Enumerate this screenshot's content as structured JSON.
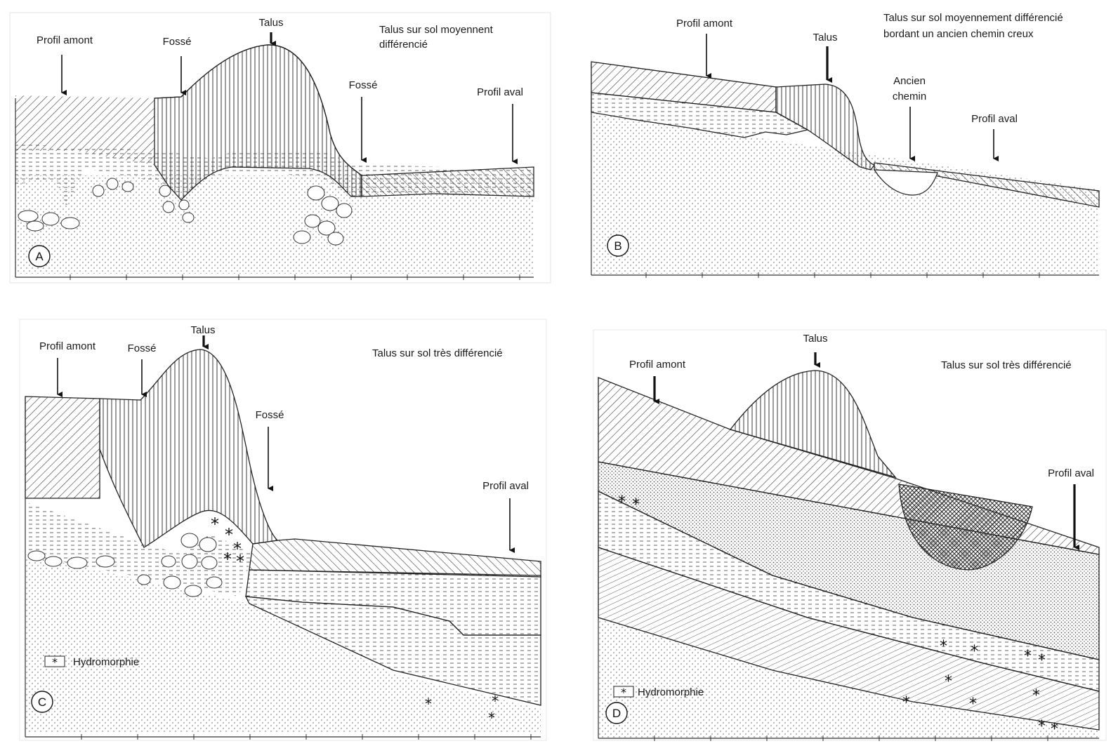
{
  "panels": {
    "A": {
      "letter": "A",
      "title_line1": "Talus sur sol moyennent",
      "title_line2": "différencié",
      "labels": {
        "profil_amont": "Profil amont",
        "fosse1": "Fossé",
        "talus": "Talus",
        "fosse2": "Fossé",
        "profil_aval": "Profil aval"
      }
    },
    "B": {
      "letter": "B",
      "title_line1": "Talus sur sol moyennement différencié",
      "title_line2": "bordant un ancien chemin creux",
      "labels": {
        "profil_amont": "Profil amont",
        "talus": "Talus",
        "ancien_line1": "Ancien",
        "ancien_line2": "chemin",
        "profil_aval": "Profil aval"
      }
    },
    "C": {
      "letter": "C",
      "title_line1": "Talus sur sol très différencié",
      "labels": {
        "profil_amont": "Profil amont",
        "fosse1": "Fossé",
        "talus": "Talus",
        "fosse2": "Fossé",
        "profil_aval": "Profil aval"
      },
      "legend": "Hydromorphie"
    },
    "D": {
      "letter": "D",
      "title_line1": "Talus sur sol très différencié",
      "labels": {
        "profil_amont": "Profil amont",
        "talus": "Talus",
        "profil_aval": "Profil aval"
      },
      "legend": "Hydromorphie"
    }
  },
  "colors": {
    "hatch_line": "#3a3a3a",
    "dots": "#8a8a8a",
    "dense_dots": "#555555",
    "dark_fill": "#4a4a4a",
    "background": "#ffffff"
  }
}
